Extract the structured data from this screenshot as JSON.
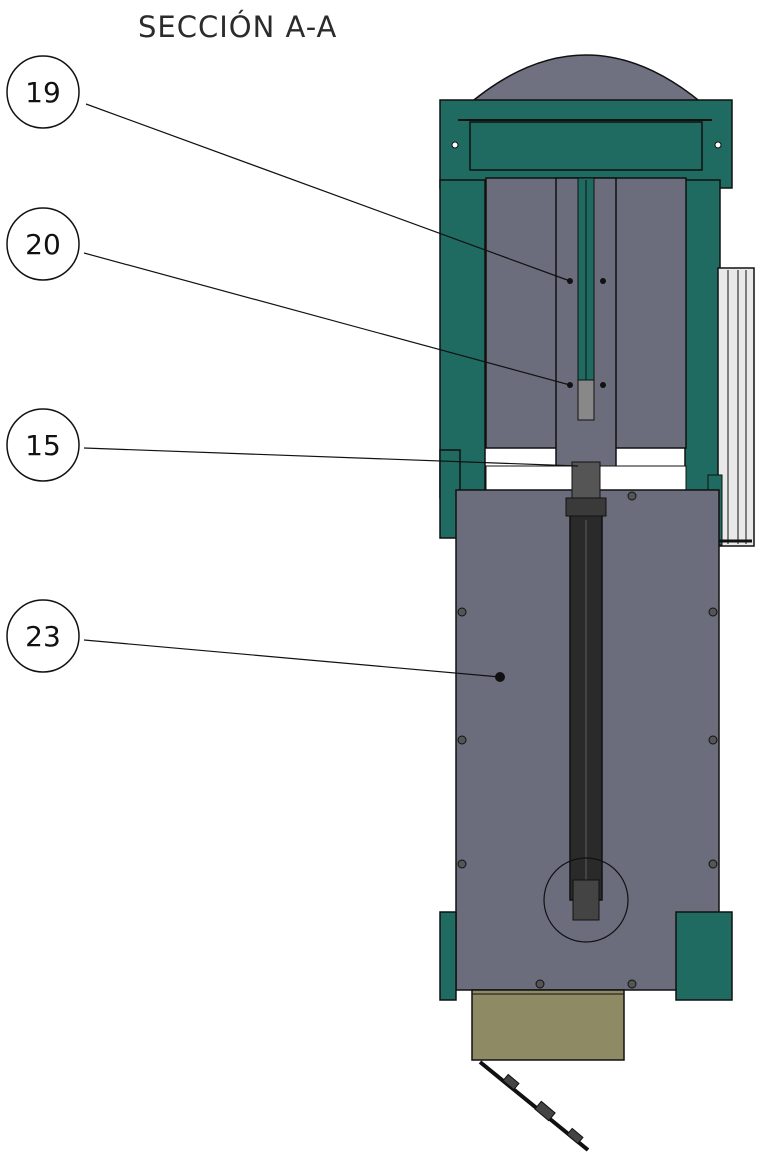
{
  "section_title": "SECCIÓN A-A",
  "balloons": [
    {
      "id": "balloon-19",
      "label": "19"
    },
    {
      "id": "balloon-20",
      "label": "20"
    },
    {
      "id": "balloon-15",
      "label": "15"
    },
    {
      "id": "balloon-23",
      "label": "23"
    }
  ],
  "colors": {
    "frame_teal": "#1f6b62",
    "plate_gray": "#6b6d7d",
    "dome_gray": "#6f7180",
    "box_khaki": "#8e8a63",
    "rod_dark": "#2a2a2a",
    "line": "#111111"
  }
}
